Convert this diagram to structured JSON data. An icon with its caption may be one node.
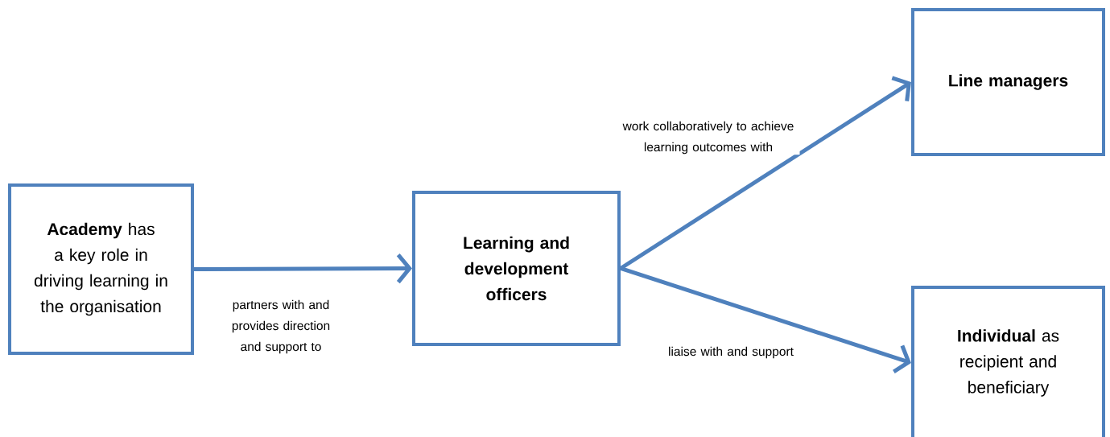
{
  "diagram": {
    "nodes": [
      {
        "text": [
          "**Academy** has a key role in driving learning in the organisation"
        ]
      },
      {
        "text": [
          "Learning and development officers"
        ]
      },
      {
        "text": [
          "Line managers"
        ]
      },
      {
        "text": [
          "**Individual** as recipient and beneficiary"
        ]
      }
    ],
    "edges": [
      {
        "from": 0,
        "to": 1,
        "arrow": "to",
        "label": "partners with and provides direction and support to"
      },
      {
        "from": 1,
        "to": 2,
        "arrow": "to",
        "label": "work collaboratively to achieve learning outcomes with"
      },
      {
        "from": 1,
        "to": 3,
        "arrow": "to",
        "label": "liaise with and support"
      }
    ]
  }
}
